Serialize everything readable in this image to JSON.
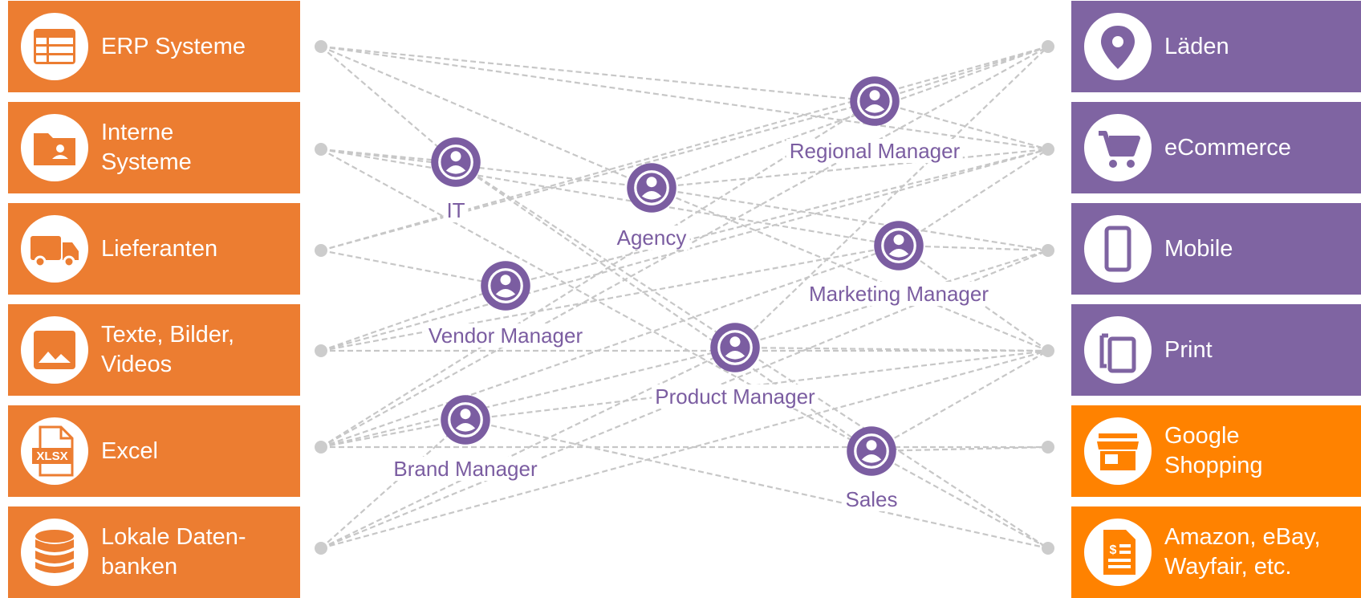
{
  "colors": {
    "source_orange": "#ec7d31",
    "channel_purple": "#7f64a2",
    "channel_orange": "#ff8200",
    "person_purple": "#7b5da1",
    "line_gray": "#c7c7c7",
    "node_gray": "#cccccc"
  },
  "sources": [
    {
      "label": "ERP Systeme",
      "icon": "table-icon"
    },
    {
      "label": "Interne\nSysteme",
      "icon": "contact-folder-icon"
    },
    {
      "label": "Lieferanten",
      "icon": "truck-icon"
    },
    {
      "label": "Texte, Bilder,\nVideos",
      "icon": "image-icon"
    },
    {
      "label": "Excel",
      "icon": "xlsx-file-icon",
      "icon_text": "XLSX"
    },
    {
      "label": "Lokale Daten-\nbanken",
      "icon": "database-icon"
    }
  ],
  "channels": [
    {
      "label": "Läden",
      "icon": "location-pin-icon",
      "color": "purple"
    },
    {
      "label": "eCommerce",
      "icon": "shopping-cart-icon",
      "color": "purple"
    },
    {
      "label": "Mobile",
      "icon": "mobile-phone-icon",
      "color": "purple"
    },
    {
      "label": "Print",
      "icon": "copy-pages-icon",
      "color": "purple"
    },
    {
      "label": "Google\nShopping",
      "icon": "storefront-icon",
      "color": "orange"
    },
    {
      "label": "Amazon, eBay,\nWayfair, etc.",
      "icon": "invoice-icon",
      "color": "orange"
    }
  ],
  "actors": [
    {
      "id": "it",
      "label": "IT"
    },
    {
      "id": "agency",
      "label": "Agency"
    },
    {
      "id": "regional",
      "label": "Regional Manager"
    },
    {
      "id": "marketing",
      "label": "Marketing Manager"
    },
    {
      "id": "vendor",
      "label": "Vendor Manager"
    },
    {
      "id": "product",
      "label": "Product Manager"
    },
    {
      "id": "brand",
      "label": "Brand Manager"
    },
    {
      "id": "sales",
      "label": "Sales"
    }
  ]
}
